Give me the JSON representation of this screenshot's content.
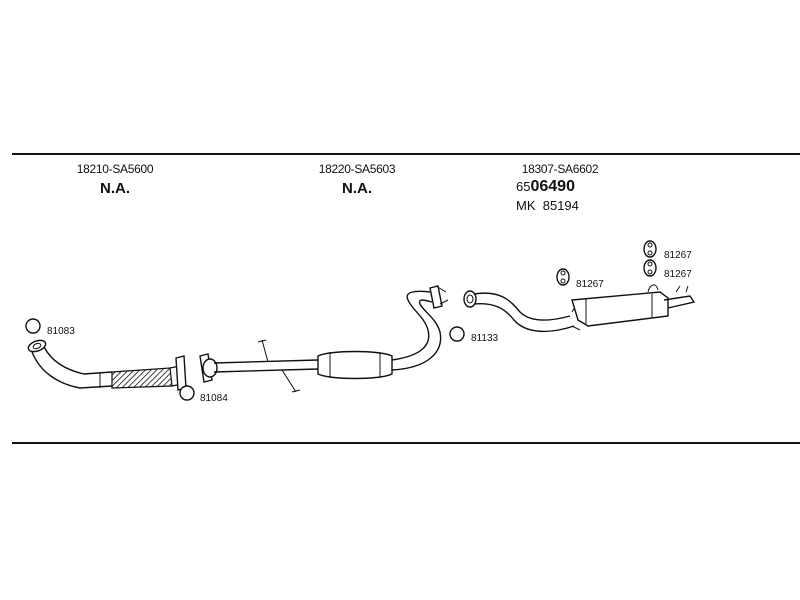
{
  "parts": [
    {
      "part_number": "18210-SA5600",
      "availability": "N.A."
    },
    {
      "part_number": "18220-SA5603",
      "availability": "N.A."
    },
    {
      "part_number": "18307-SA6602",
      "order_prefix": "65",
      "order_code": "06490",
      "alt_prefix": "MK",
      "alt_code": "85194"
    }
  ],
  "callouts": {
    "c81083": "81083",
    "c81084": "81084",
    "c81133": "81133",
    "c81267_a": "81267",
    "c81267_b": "81267",
    "c81267_c": "81267"
  }
}
